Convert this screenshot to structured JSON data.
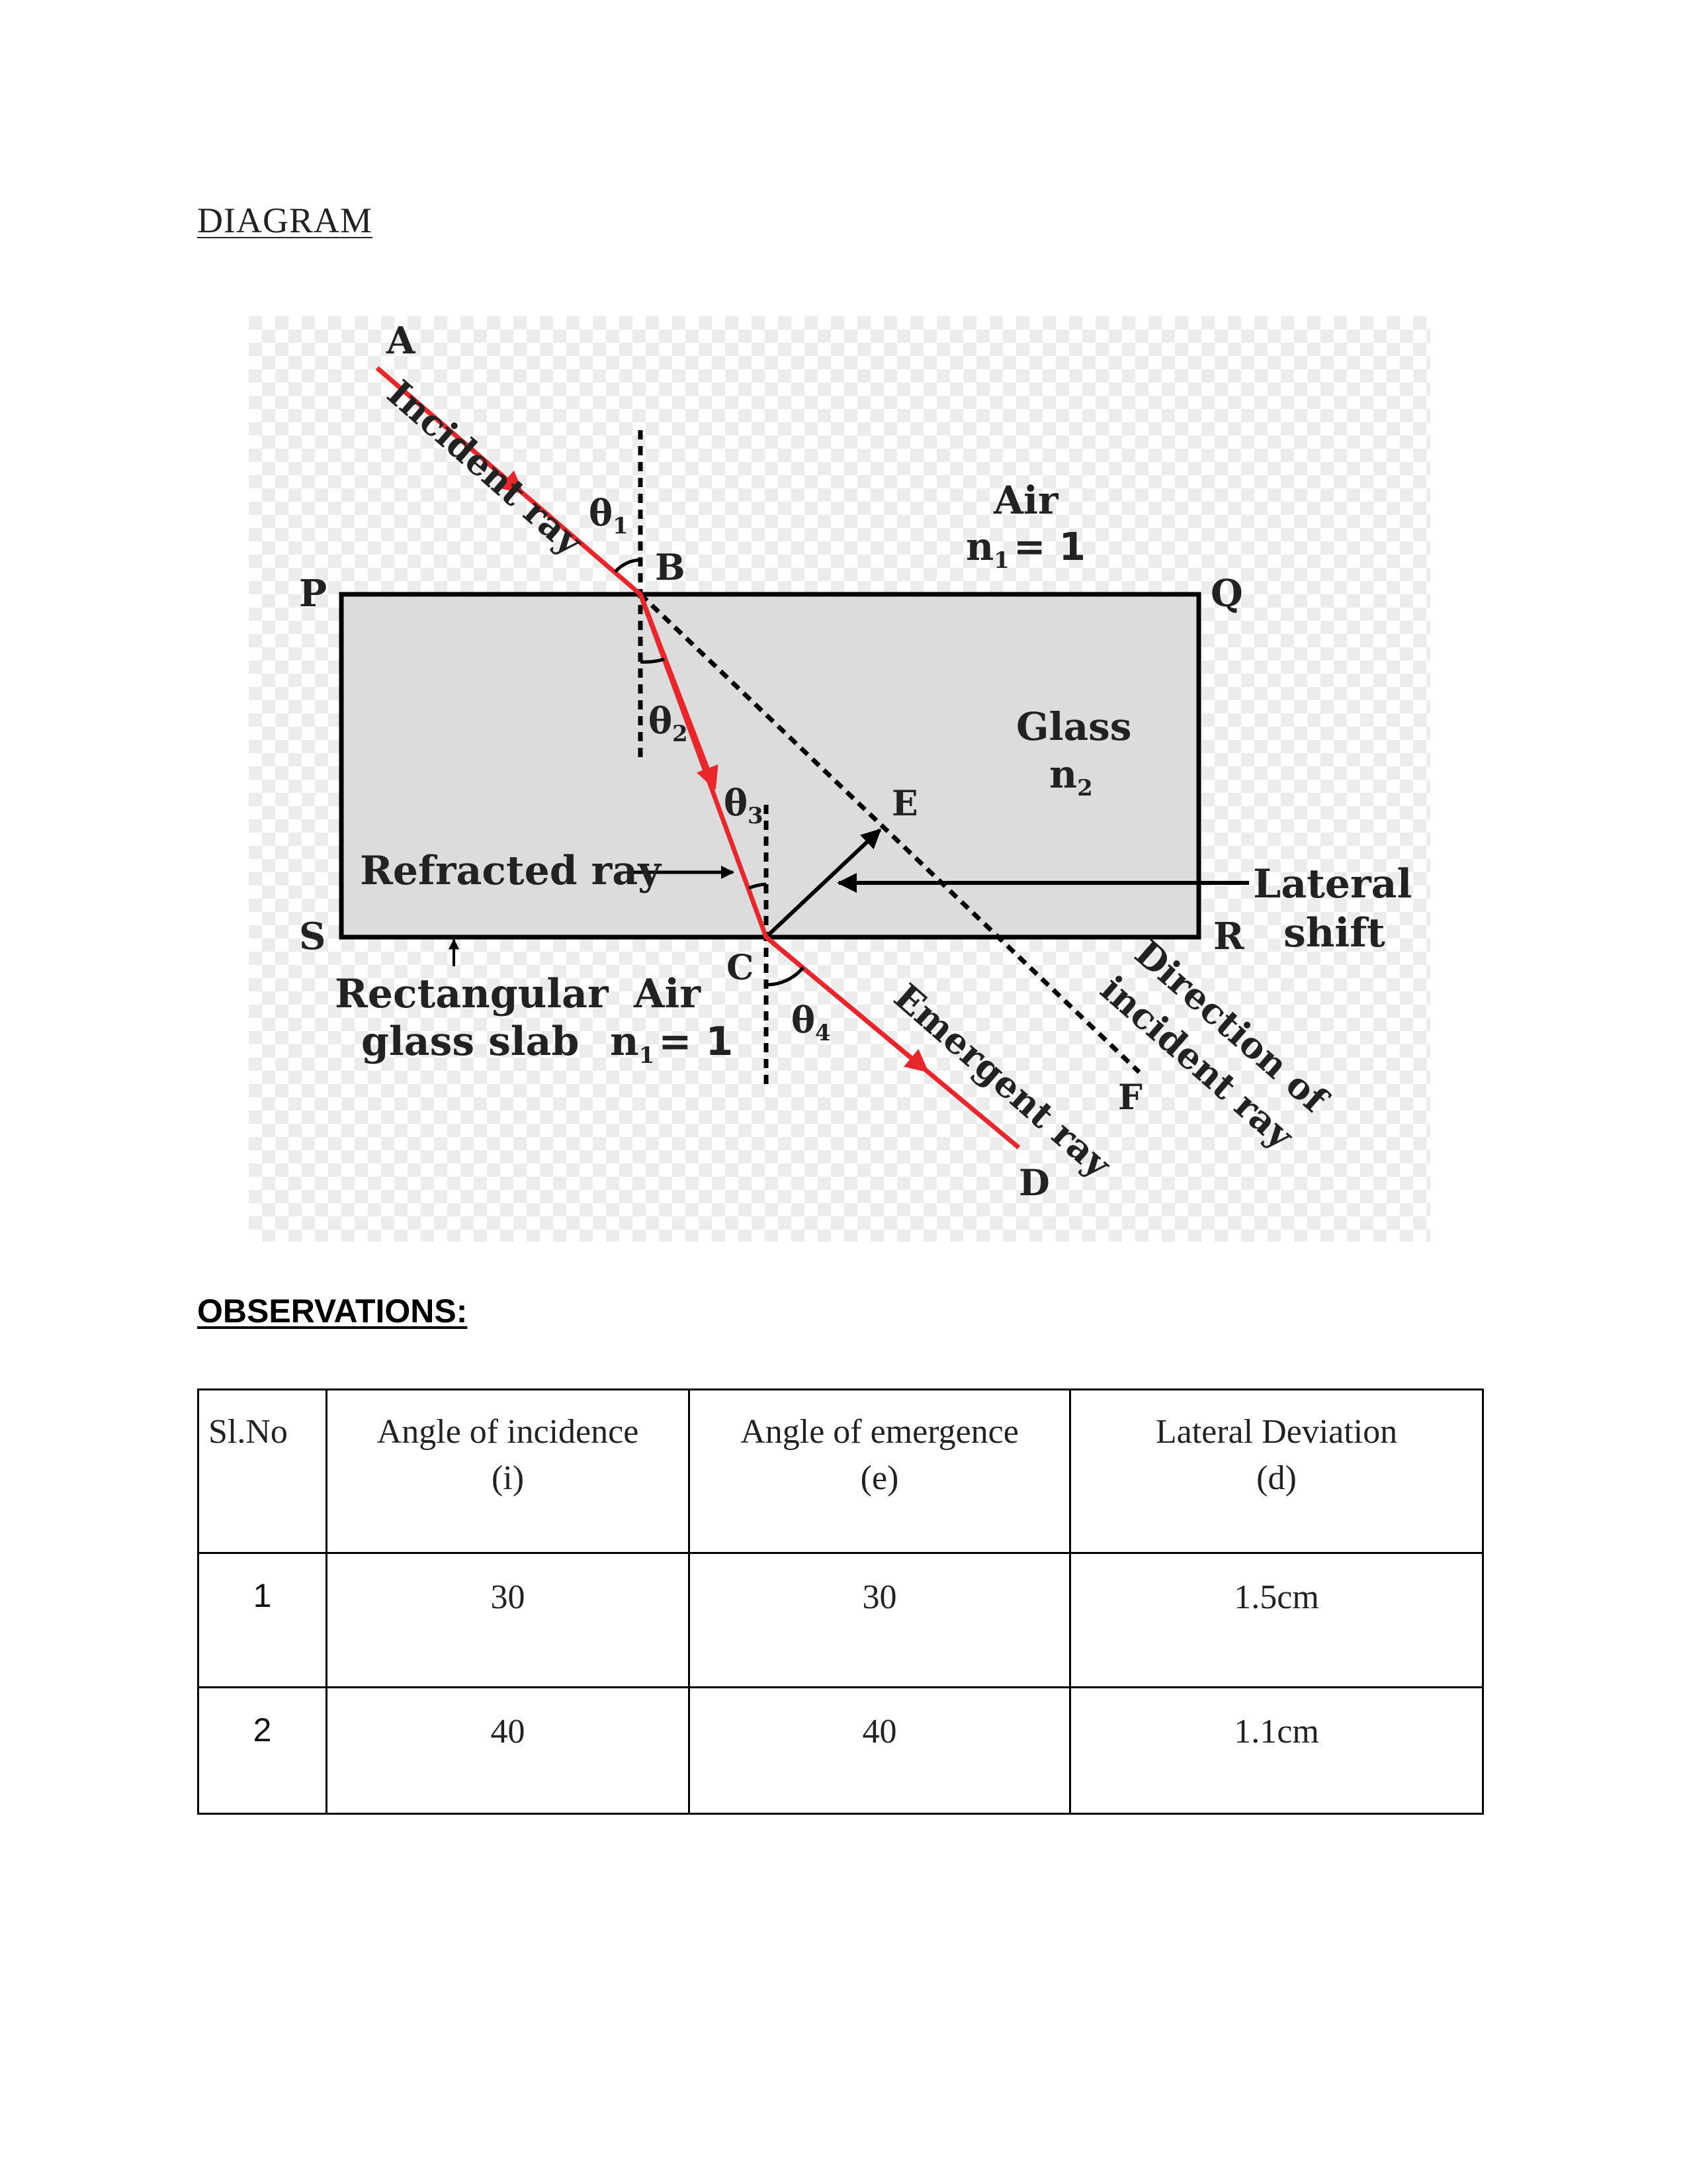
{
  "diagram_heading": "DIAGRAM",
  "figure": {
    "labels": {
      "A": "A",
      "B": "B",
      "C": "C",
      "D": "D",
      "E": "E",
      "F": "F",
      "P": "P",
      "Q": "Q",
      "R": "R",
      "S": "S",
      "theta1": "θ",
      "theta1_sub": "1",
      "theta2": "θ",
      "theta2_sub": "2",
      "theta3": "θ",
      "theta3_sub": "3",
      "theta4": "θ",
      "theta4_sub": "4",
      "air_top": "Air",
      "n_top": "n",
      "n_top_sub": "1",
      "n_top_eq": "= 1",
      "glass": "Glass",
      "n_glass": "n",
      "n_glass_sub": "2",
      "incident_ray": "Incident ray",
      "refracted_ray": "Refracted ray",
      "emergent_ray": "Emergent ray",
      "direction_line1": "Direction of",
      "direction_line2": "incident ray",
      "lateral": "Lateral",
      "shift": "shift",
      "slab_line1": "Rectangular",
      "slab_line2": "glass slab",
      "air_bottom": "Air",
      "n_bottom": "n",
      "n_bottom_sub": "1",
      "n_bottom_eq": "= 1"
    },
    "colors": {
      "ray": "#e8262b",
      "line": "#000000",
      "slab_fill": "#dcdcdc",
      "checker_a": "#ffffff",
      "checker_b": "#ececec"
    }
  },
  "observations_heading": "OBSERVATIONS:",
  "table": {
    "headers": [
      {
        "line1": "Sl.No",
        "line2": ""
      },
      {
        "line1": "Angle of incidence",
        "line2": "(i)"
      },
      {
        "line1": "Angle of emergence",
        "line2": "(e)"
      },
      {
        "line1": "Lateral Deviation",
        "line2": "(d)"
      }
    ],
    "rows": [
      {
        "sl": "1",
        "i": "30",
        "e": "30",
        "d": "1.5cm"
      },
      {
        "sl": "2",
        "i": "40",
        "e": "40",
        "d": "1.1cm"
      }
    ]
  }
}
